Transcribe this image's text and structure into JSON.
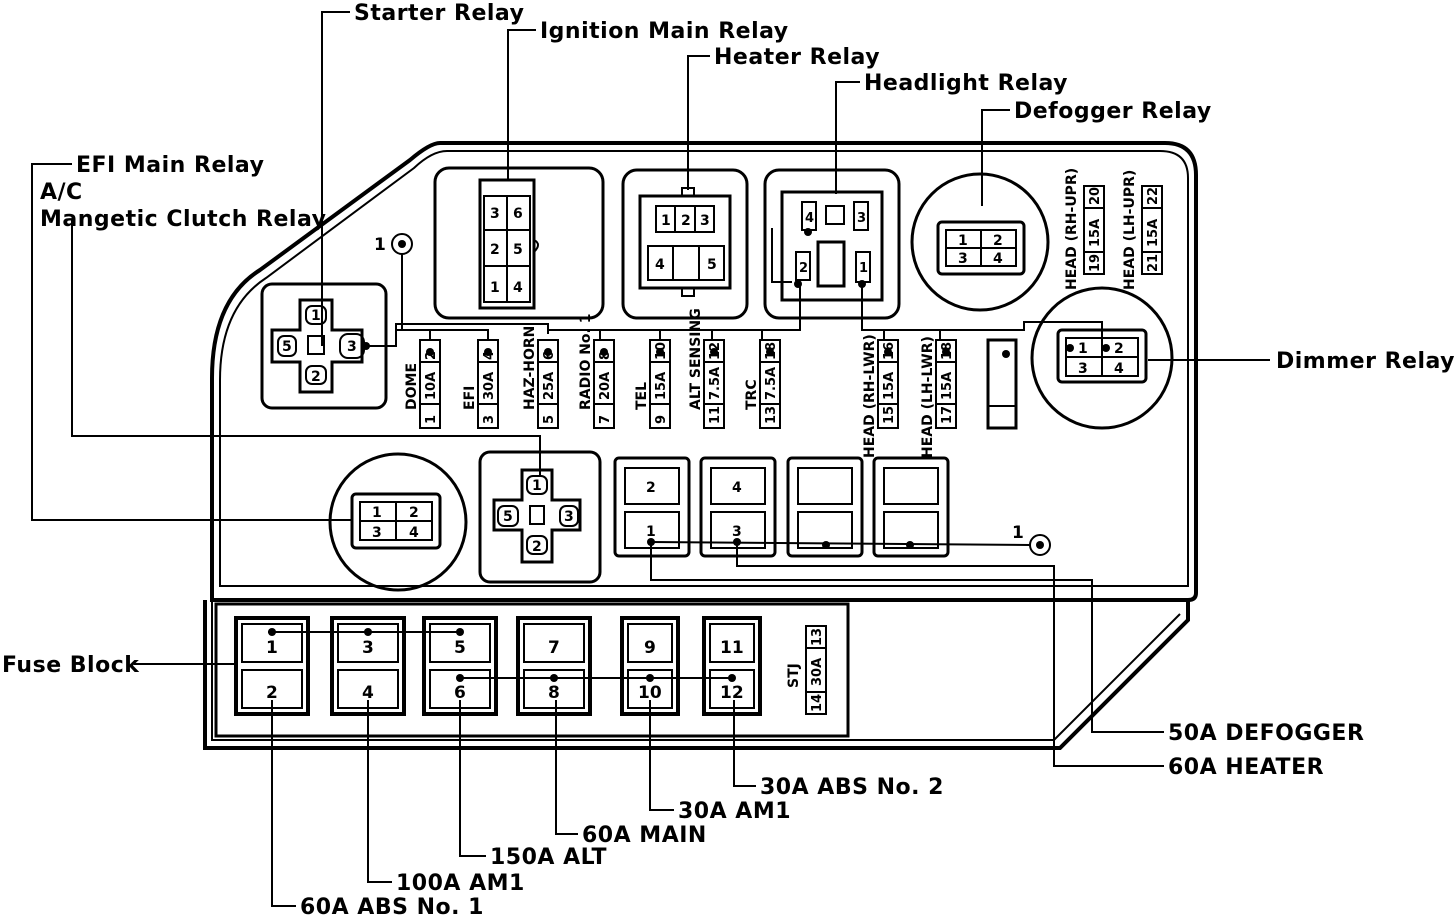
{
  "callouts": {
    "starter_relay": "Starter Relay",
    "ignition_main_relay": "Ignition Main Relay",
    "heater_relay": "Heater Relay",
    "headlight_relay": "Headlight Relay",
    "defogger_relay": "Defogger Relay",
    "efi_main_relay": "EFI Main Relay",
    "ac_line1": "A/C",
    "ac_line2": "Mangetic Clutch Relay",
    "dimmer_relay": "Dimmer Relay",
    "fuse_block": "Fuse Block",
    "defogger_50a": "50A DEFOGGER",
    "heater_60a": "60A HEATER",
    "abs2": "30A ABS No. 2",
    "am1_30a": "30A AM1",
    "main_60a": "60A MAIN",
    "alt_150a": "150A ALT",
    "am1_100a": "100A AM1",
    "abs1": "60A ABS No. 1"
  },
  "ground_label": "1",
  "relays": {
    "starter_pins": [
      "1",
      "5",
      "3",
      "2"
    ],
    "ignition_pins": [
      "3",
      "6",
      "2",
      "5",
      "1",
      "4"
    ],
    "heater_pins": [
      "1",
      "2",
      "3",
      "4",
      "5"
    ],
    "headlight_pins": [
      "4",
      "3",
      "2",
      "1"
    ],
    "defogger_pins": [
      "1",
      "2",
      "3",
      "4"
    ],
    "dimmer_pins": [
      "1",
      "2",
      "3",
      "4"
    ],
    "efi_main_pins": [
      "1",
      "2",
      "3",
      "4"
    ],
    "ac_pins": [
      "1",
      "5",
      "3",
      "2"
    ]
  },
  "fuses": [
    {
      "name": "DOME",
      "rating": "10A",
      "top": "2",
      "bottom": "1"
    },
    {
      "name": "EFI",
      "rating": "30A",
      "top": "4",
      "bottom": "3"
    },
    {
      "name": "HAZ-HORN",
      "rating": "25A",
      "top": "6",
      "bottom": "5"
    },
    {
      "name": "RADIO No. 1",
      "rating": "20A",
      "top": "8",
      "bottom": "7"
    },
    {
      "name": "TEL",
      "rating": "15A",
      "top": "10",
      "bottom": "9"
    },
    {
      "name": "ALT SENSING",
      "rating": "7.5A",
      "top": "12",
      "bottom": "11"
    },
    {
      "name": "TRC",
      "rating": "7.5A",
      "top": "18",
      "bottom": "13"
    },
    {
      "name": "HEAD (RH-LWR)",
      "rating": "15A",
      "top": "16",
      "bottom": "15"
    },
    {
      "name": "HEAD (LH-LWR)",
      "rating": "15A",
      "top": "18",
      "bottom": "17"
    }
  ],
  "upper_fuses": [
    {
      "name": "HEAD (RH-UPR)",
      "rating": "15A",
      "left": "19",
      "right": "20"
    },
    {
      "name": "HEAD (LH-UPR)",
      "rating": "15A",
      "left": "21",
      "right": "22"
    }
  ],
  "mid_sockets": [
    [
      "2",
      "1"
    ],
    [
      "4",
      "3"
    ]
  ],
  "fusible_links": [
    [
      "1",
      "2"
    ],
    [
      "3",
      "4"
    ],
    [
      "5",
      "6"
    ],
    [
      "7",
      "8"
    ],
    [
      "9",
      "10"
    ],
    [
      "11",
      "12"
    ]
  ],
  "stj": {
    "name": "STJ",
    "rating": "30A",
    "top": "13",
    "bottom": "14"
  }
}
